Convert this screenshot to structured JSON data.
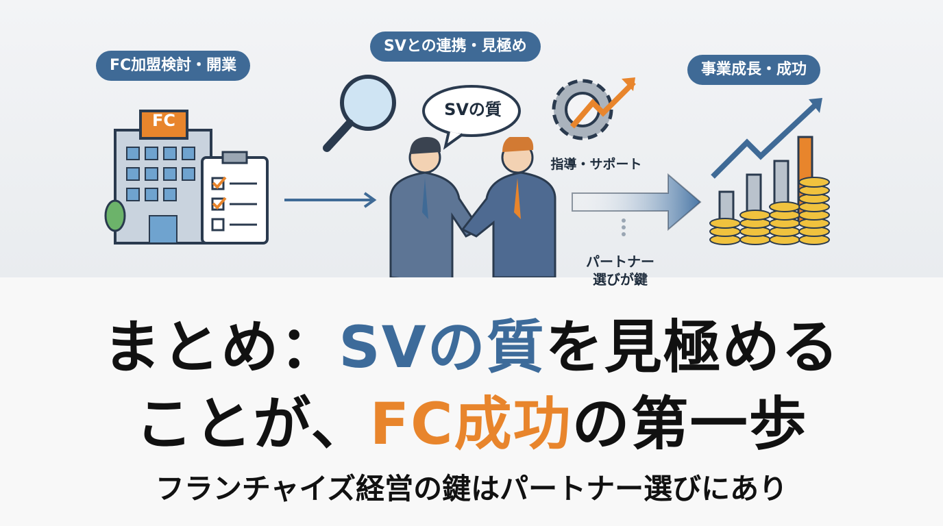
{
  "stages": [
    {
      "label": "FC加盟検討・開業"
    },
    {
      "label": "SVとの連携・見極め"
    },
    {
      "label": "事業成長・成功"
    }
  ],
  "building_sign": "FC",
  "speech_bubble": "SVの質",
  "support_label": "指導・サポート",
  "partner_label_line1": "パートナー",
  "partner_label_line2": "選びが鍵",
  "headline": {
    "line1_a": "まとめ：",
    "line1_b": "SVの質",
    "line1_c": "を見極める",
    "line2_a": "ことが、",
    "line2_b": "FC成功",
    "line2_c": "の第一歩"
  },
  "subheadline": "フランチャイズ経営の鍵はパートナー選びにあり",
  "colors": {
    "accent_blue": "#3f6a96",
    "accent_orange": "#e8852c",
    "text": "#111111"
  },
  "icons": [
    "building-icon",
    "clipboard-checklist-icon",
    "arrow-right-icon",
    "magnifier-icon",
    "speech-bubble-icon",
    "handshake-icon",
    "gear-icon",
    "trend-arrow-icon",
    "coin-stack-chart-icon"
  ]
}
